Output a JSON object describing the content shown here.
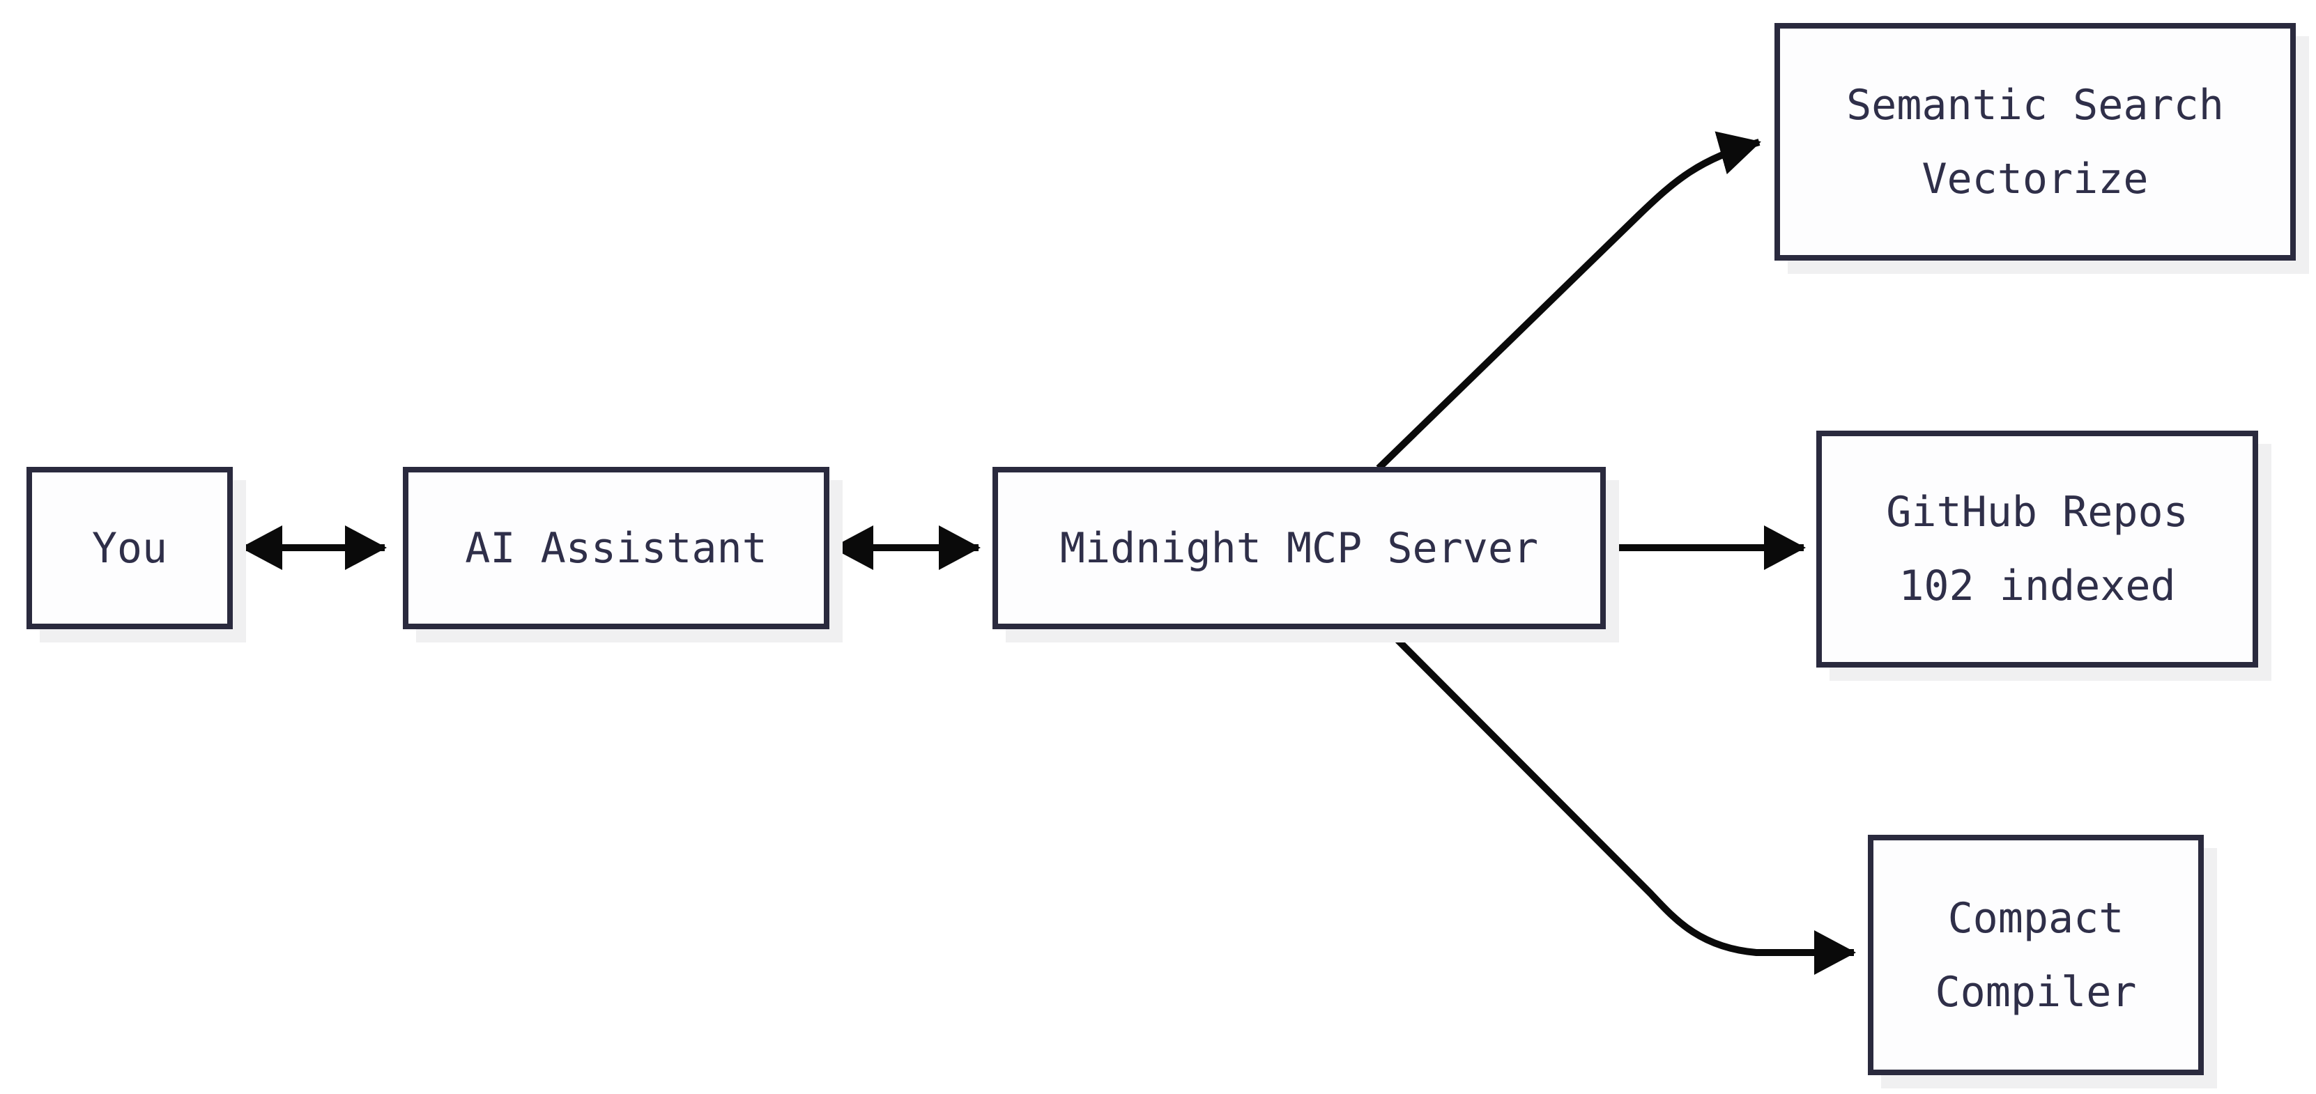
{
  "diagram": {
    "type": "flowchart",
    "direction": "left-to-right",
    "background_color": "#ffffff",
    "node_style": {
      "border_color": "#2a2a3e",
      "fill_color": "#fdfdfe",
      "shadow_color": "#f0f0f1",
      "text_color": "#2f2f49"
    },
    "edge_color": "#0a0a0a",
    "nodes": [
      {
        "id": "you",
        "lines": [
          "You"
        ]
      },
      {
        "id": "ai-assistant",
        "lines": [
          "AI Assistant"
        ]
      },
      {
        "id": "midnight-mcp-server",
        "lines": [
          "Midnight MCP Server"
        ]
      },
      {
        "id": "semantic-search",
        "lines": [
          "Semantic Search",
          "Vectorize"
        ]
      },
      {
        "id": "github-repos",
        "lines": [
          "GitHub Repos",
          "102 indexed"
        ]
      },
      {
        "id": "compact-compiler",
        "lines": [
          "Compact",
          "Compiler"
        ]
      }
    ],
    "edges": [
      {
        "from": "you",
        "to": "ai-assistant",
        "direction": "bidirectional"
      },
      {
        "from": "ai-assistant",
        "to": "midnight-mcp-server",
        "direction": "bidirectional"
      },
      {
        "from": "midnight-mcp-server",
        "to": "semantic-search",
        "direction": "forward"
      },
      {
        "from": "midnight-mcp-server",
        "to": "github-repos",
        "direction": "forward"
      },
      {
        "from": "midnight-mcp-server",
        "to": "compact-compiler",
        "direction": "forward"
      }
    ]
  }
}
